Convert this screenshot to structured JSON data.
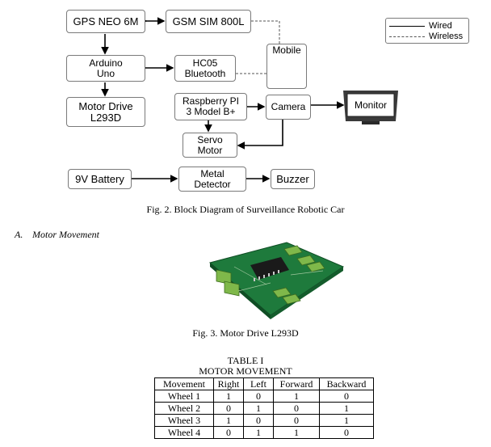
{
  "diagram": {
    "blocks": {
      "gps": "GPS NEO 6M",
      "gsm": "GSM SIM 800L",
      "mobile": "Mobile",
      "arduino": "Arduino\nUno",
      "hc05": "HC05\nBluetooth",
      "motor_drive": "Motor Drive\nL293D",
      "raspberry": "Raspberry PI\n3 Model B+",
      "camera": "Camera",
      "monitor": "Monitor",
      "servo": "Servo\nMotor",
      "battery": "9V Battery",
      "metal_detector": "Metal\nDetector",
      "buzzer": "Buzzer"
    },
    "legend": {
      "wired": "Wired",
      "wireless": "Wireless"
    }
  },
  "fig2_caption": "Fig. 2. Block Diagram of Surveillance Robotic Car",
  "section": {
    "number": "A.",
    "title": "Motor Movement"
  },
  "fig3_caption": "Fig. 3. Motor Drive L293D",
  "table": {
    "label": "TABLE I",
    "title": "MOTOR MOVEMENT",
    "headers": [
      "Movement",
      "Right",
      "Left",
      "Forward",
      "Backward"
    ],
    "rows": [
      [
        "Wheel 1",
        "1",
        "0",
        "1",
        "0"
      ],
      [
        "Wheel 2",
        "0",
        "1",
        "0",
        "1"
      ],
      [
        "Wheel 3",
        "1",
        "0",
        "0",
        "1"
      ],
      [
        "Wheel 4",
        "0",
        "1",
        "1",
        "0"
      ]
    ]
  }
}
